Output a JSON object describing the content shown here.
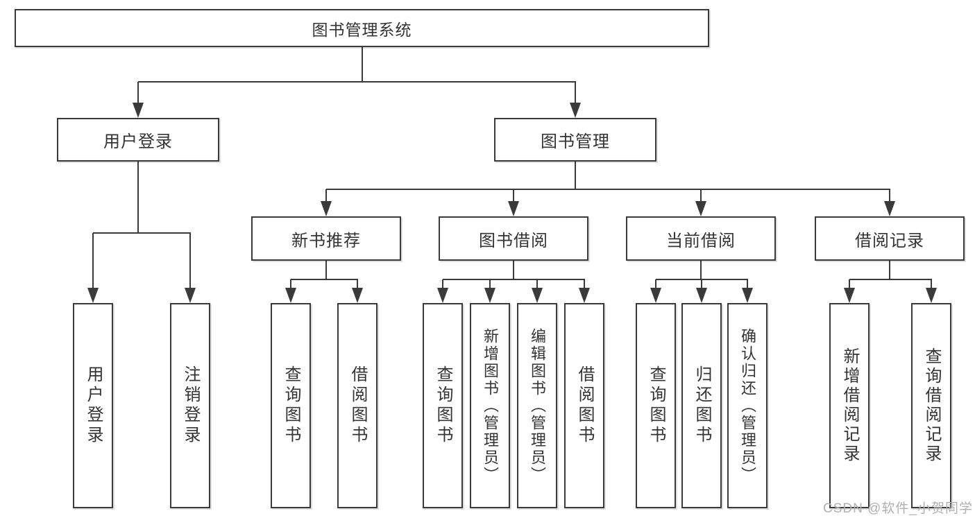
{
  "root": {
    "label": "图书管理系统"
  },
  "level2": {
    "user_login": {
      "label": "用户登录"
    },
    "book_mgmt": {
      "label": "图书管理"
    }
  },
  "level3": {
    "new_book": {
      "label": "新书推荐"
    },
    "borrow": {
      "label": "图书借阅"
    },
    "current": {
      "label": "当前借阅"
    },
    "records": {
      "label": "借阅记录"
    }
  },
  "leaves": {
    "user_login": [
      {
        "label": "用户登录"
      },
      {
        "label": "注销登录"
      }
    ],
    "new_book": [
      {
        "label": "查询图书"
      },
      {
        "label": "借阅图书"
      }
    ],
    "borrow": [
      {
        "label": "查询图书"
      },
      {
        "label": "新增图书（管理员）"
      },
      {
        "label": "编辑图书（管理员）"
      },
      {
        "label": "借阅图书"
      }
    ],
    "current": [
      {
        "label": "查询图书"
      },
      {
        "label": "归还图书"
      },
      {
        "label": "确认归还（管理员）"
      }
    ],
    "records": [
      {
        "label": "新增借阅记录"
      },
      {
        "label": "查询借阅记录"
      }
    ]
  },
  "watermark": {
    "text": "CSDN @软件_小贺同学"
  },
  "colors": {
    "line": "#3a3a3a",
    "text": "#333333",
    "watermark": "#b0b0b0",
    "background": "#ffffff"
  }
}
